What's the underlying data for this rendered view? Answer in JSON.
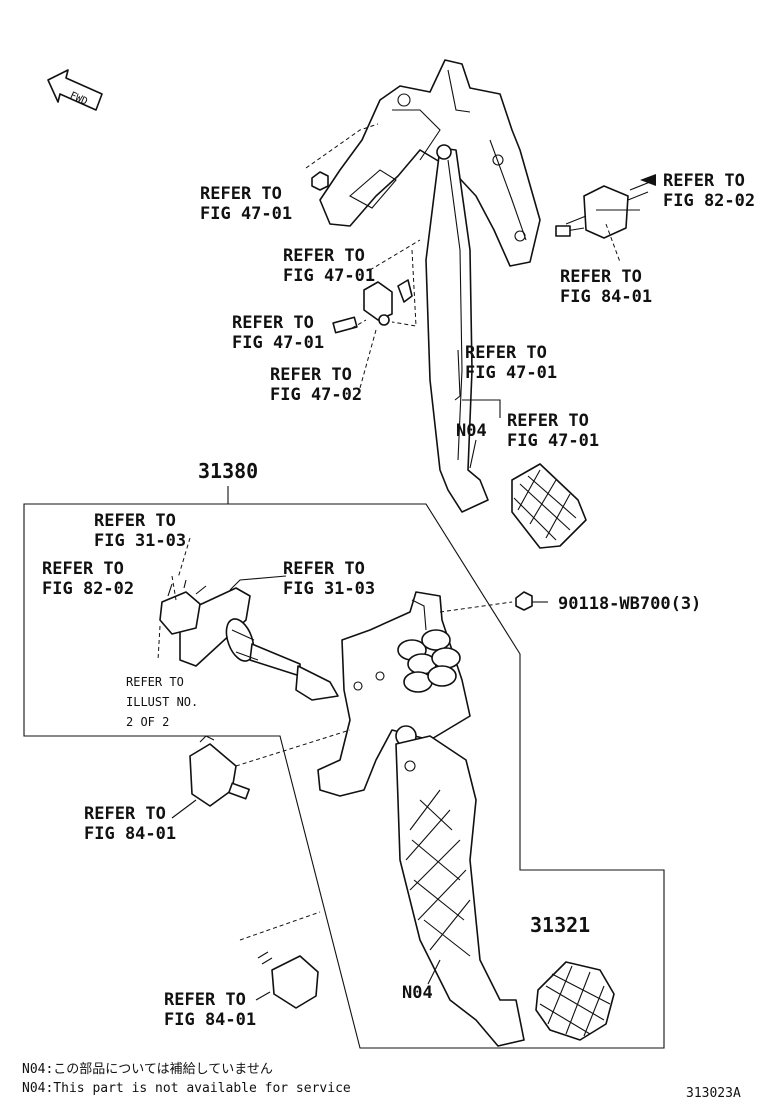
{
  "fwd_label": "FWD",
  "part_numbers": {
    "assembly": "31380",
    "pad": "31321",
    "nut": "90118-WB700(3)"
  },
  "callouts": {
    "top_left_47": [
      "REFER TO",
      "FIG 47-01"
    ],
    "top_mid_47": [
      "REFER TO",
      "FIG 47-01"
    ],
    "bolt_47": [
      "REFER TO",
      "FIG 47-01"
    ],
    "bushing_47_02": [
      "REFER TO",
      "FIG 47-02"
    ],
    "top_right_82": [
      "REFER TO",
      "FIG 82-02"
    ],
    "switch_84_top": [
      "REFER TO",
      "FIG 84-01"
    ],
    "pedal_47": [
      "REFER TO",
      "FIG 47-01"
    ],
    "pad_47": [
      "REFER TO",
      "FIG 47-01"
    ],
    "mid_31_03_a": [
      "REFER TO",
      "FIG 31-03"
    ],
    "mid_82_02": [
      "REFER TO",
      "FIG 82-02"
    ],
    "mid_31_03_b": [
      "REFER TO",
      "FIG 31-03"
    ],
    "illust": [
      "REFER TO",
      "ILLUST NO.",
      "2 OF 2"
    ],
    "switch_84_mid": [
      "REFER TO",
      "FIG 84-01"
    ],
    "switch_84_bot": [
      "REFER TO",
      "FIG 84-01"
    ]
  },
  "n04_label": "N04",
  "notes": {
    "jp": "N04:この部品については補給していません",
    "en": "N04:This part is not available for service"
  },
  "illustration_id": "313023A"
}
